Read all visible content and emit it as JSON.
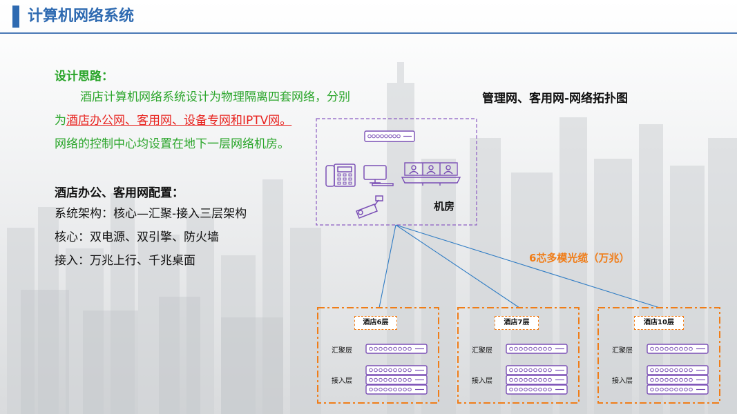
{
  "header": {
    "title": "计算机网络系统"
  },
  "design": {
    "heading": "设计思路：",
    "line1": "酒店计算机网络系统设计为物理隔离四套网络，分别",
    "line2_prefix": "为",
    "line2_highlight": "酒店办公网、客用网、设备专网和IPTV网。",
    "line3": "网络的控制中心均设置在地下一层网络机房。"
  },
  "config": {
    "heading": "酒店办公、客用网配置：",
    "items": [
      "系统架构：核心—汇聚-接入三层架构",
      "核心：双电源、双引擎、防火墙",
      "接入：万兆上行、千兆桌面"
    ]
  },
  "topology": {
    "title": "管理网、客用网-网络拓扑图",
    "room_label": "机房",
    "cable_label": "6芯多模光缆（万兆）",
    "floors": [
      {
        "name": "酒店6层",
        "agg_label": "汇聚层",
        "access_label": "接入层"
      },
      {
        "name": "酒店7层",
        "agg_label": "汇聚层",
        "access_label": "接入层"
      },
      {
        "name": "酒店10层",
        "agg_label": "汇聚层",
        "access_label": "接入层"
      }
    ]
  },
  "colors": {
    "accent_blue": "#2e6ab1",
    "green_text": "#2aa52a",
    "red_highlight": "#e8231f",
    "orange": "#f07d18",
    "purple_device": "#7a4fb5",
    "link_blue": "#2f7cc4"
  },
  "icons": [
    "switch-icon",
    "phone-icon",
    "computer-icon",
    "video-conference-icon",
    "camera-icon",
    "rack-switch-icon"
  ]
}
